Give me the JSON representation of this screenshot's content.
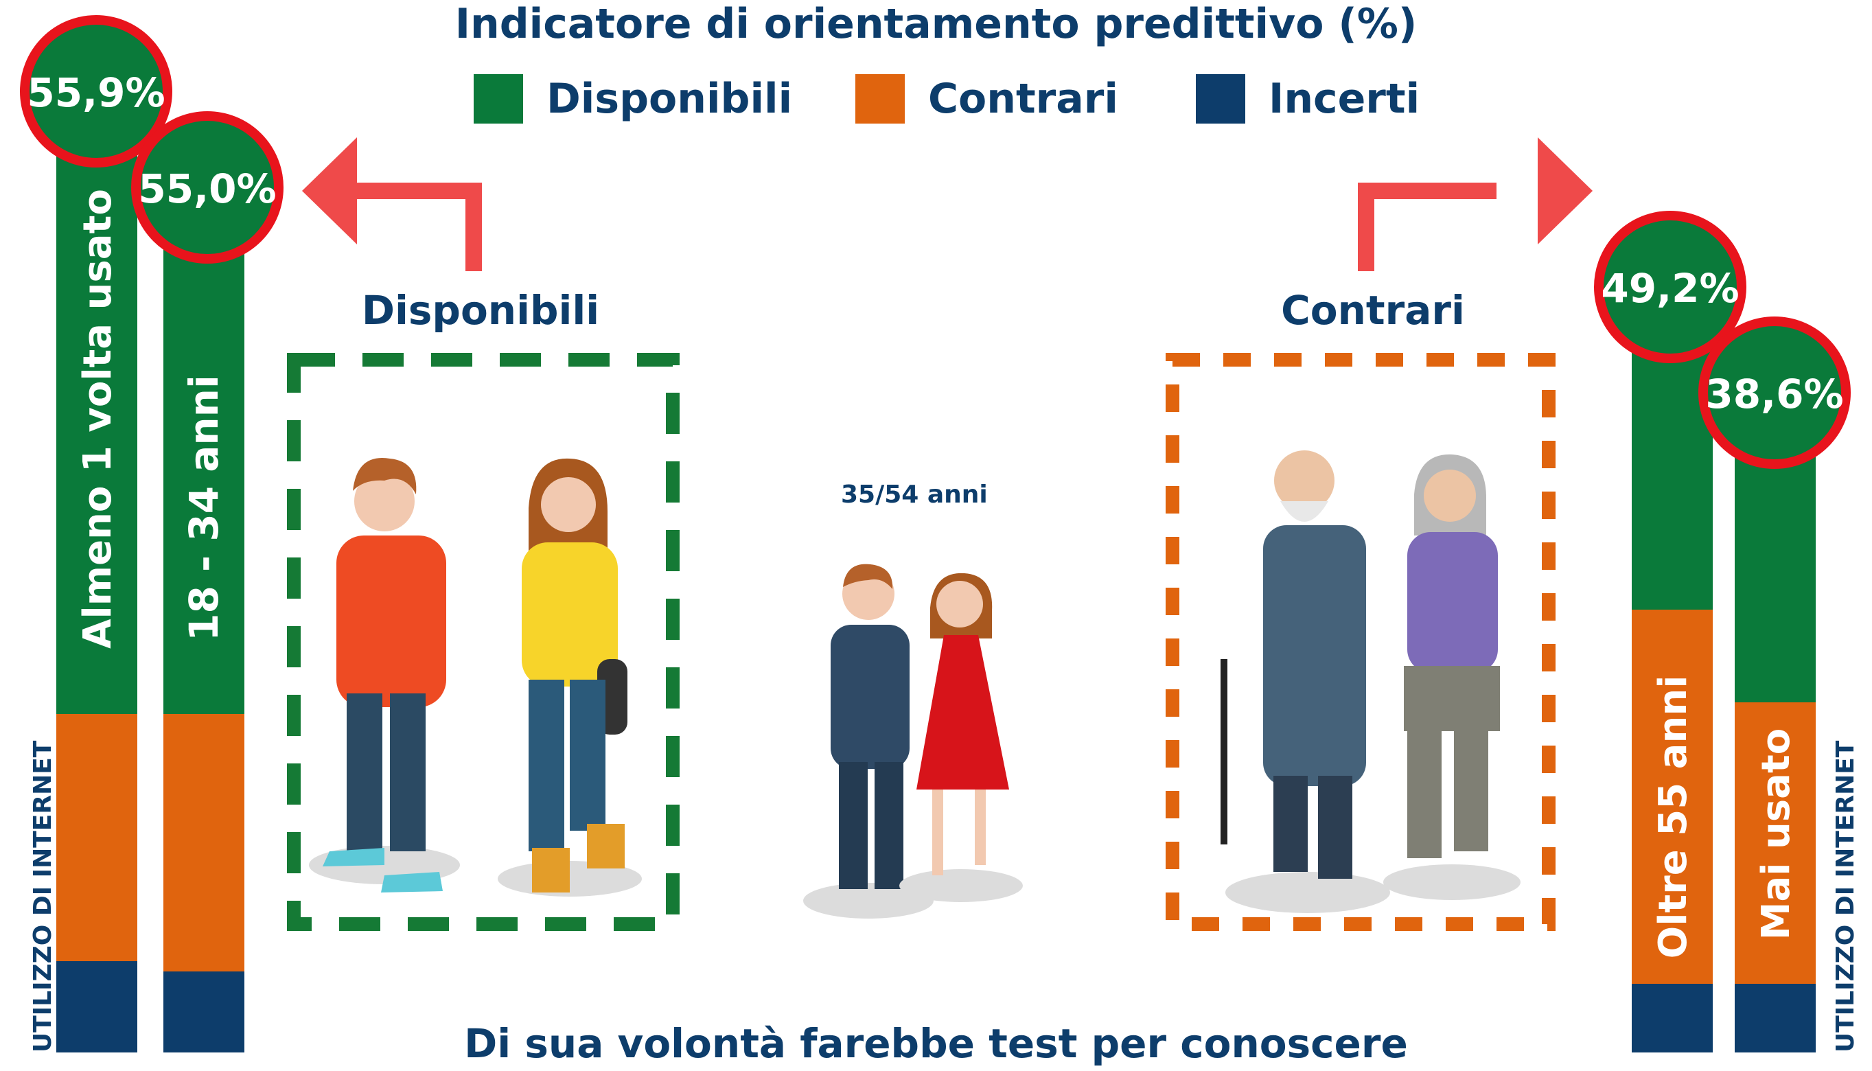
{
  "chart_data": {
    "type": "bar",
    "title": "Indicatore di orientamento predittivo (%)",
    "legend": [
      {
        "name": "Disponibili",
        "color": "#0a7a3a"
      },
      {
        "name": "Contrari",
        "color": "#e0640e"
      },
      {
        "name": "Incerti",
        "color": "#0d3d6b"
      }
    ],
    "legend_placement": "top-center",
    "colors": {
      "disponibili": "#0a7a3a",
      "contrari": "#e0640e",
      "incerti": "#0d3d6b",
      "callout_ring": "#e8141c",
      "arrow": "#ef4a4a",
      "text": "#0d3d6b"
    },
    "bars": [
      {
        "category": "Almeno 1 volta usato",
        "group": "Disponibili",
        "callout": "55,9%",
        "visible_fraction": {
          "disponibili": 0.559,
          "contrari": 0.28
        }
      },
      {
        "category": "18 - 34 anni",
        "group": "Disponibili",
        "callout": "55,0%",
        "visible_fraction": {
          "disponibili": 0.55,
          "contrari": 0.29
        }
      },
      {
        "category": "Oltre 55 anni",
        "group": "Contrari",
        "callout": "49,2%",
        "visible_fraction": {
          "disponibili": 0.34,
          "contrari": 0.492
        }
      },
      {
        "category": "Mai usato",
        "group": "Contrari",
        "callout": "38,6%",
        "visible_fraction": {
          "disponibili": 0.27,
          "contrari": 0.386
        }
      }
    ],
    "group_labels": [
      "Disponibili",
      "Contrari"
    ],
    "middle_label": "35/54 anni",
    "side_labels": [
      "UTILIZZO DI INTERNET",
      "UTILIZZO DI INTERNET"
    ],
    "bottom_text": "Di sua volontà farebbe test per conoscere"
  }
}
